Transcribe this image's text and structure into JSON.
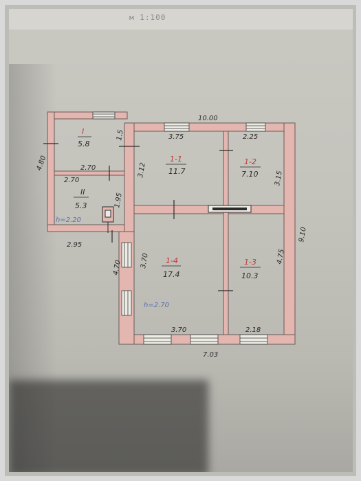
{
  "header": {
    "scale": "м 1:100"
  },
  "dimensions": {
    "top_overall": "10.00",
    "bottom_overall": "7.03",
    "right_overall": "9.10",
    "left_wing_height": "4.70",
    "ext_width": "2.95",
    "ext_height": "4.80",
    "top_mid": "3.75",
    "top_right": "2.25",
    "inner_mid_left": "3.12",
    "inner_wall_right": "3.15",
    "ext_divider": "2.70",
    "ext_divider_left": "2.70",
    "ext_side_a": "1.5",
    "ext_side_b": "1.95",
    "lower_left": "3.70",
    "lower_right": "4.75",
    "bottom_mid": "3.70",
    "bottom_right": "2.18"
  },
  "rooms": [
    {
      "id": "I",
      "area": "5.8"
    },
    {
      "id": "II",
      "area": "5.3",
      "height_note": "h=2.20"
    },
    {
      "id": "1-1",
      "area": "11.7"
    },
    {
      "id": "1-2",
      "area": "7.10"
    },
    {
      "id": "1-4",
      "area": "17.4",
      "height_note": "h=2.70"
    },
    {
      "id": "1-3",
      "area": "10.3"
    }
  ],
  "colors": {
    "wall": "#e3b6b0",
    "wall_outline": "#6a5a58",
    "ink": "#2b2b2b",
    "red_ink": "#c23a3a",
    "blue_ink": "#5b6fb0"
  }
}
